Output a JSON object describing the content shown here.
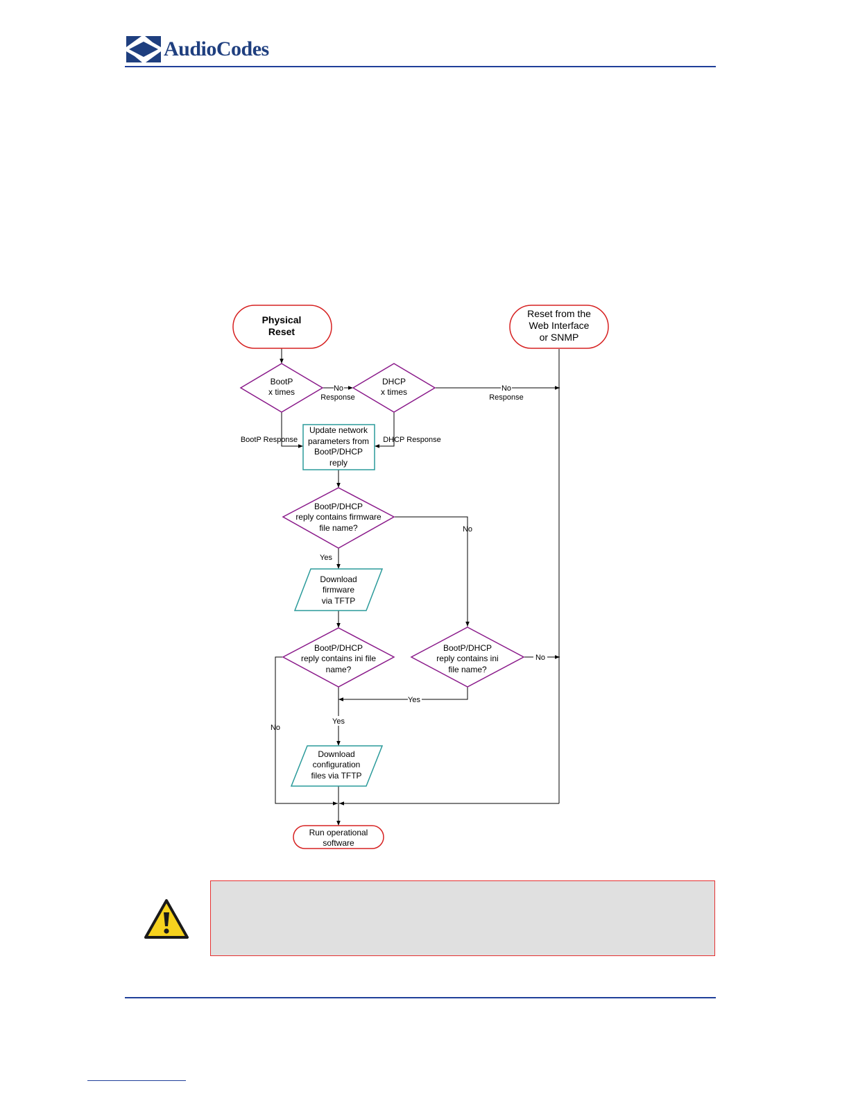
{
  "header": {
    "brand": "AudioCodes"
  },
  "colors": {
    "brand": "#1f3f7f",
    "terminal_border": "#d62020",
    "decision_border": "#8a1a8a",
    "process_border": "#2a9a9a",
    "note_background": "#e0e0e0",
    "note_border": "#e53030",
    "warning_fill": "#f6d21e"
  },
  "flowchart": {
    "physical_reset": [
      "Physical",
      "Reset"
    ],
    "reset_web": [
      "Reset from the",
      "Web Interface",
      "or SNMP"
    ],
    "bootp": [
      "BootP",
      "x times"
    ],
    "dhcp": [
      "DHCP",
      "x times"
    ],
    "update_network": [
      "Update network",
      "parameters from",
      "BootP/DHCP",
      "reply"
    ],
    "firmware_decision": [
      "BootP/DHCP",
      "reply contains firmware",
      "file name?"
    ],
    "download_firmware": [
      "Download",
      "firmware",
      "via TFTP"
    ],
    "ini_decision_left": [
      "BootP/DHCP",
      "reply contains ini file",
      "name?"
    ],
    "ini_decision_right": [
      "BootP/DHCP",
      "reply contains ini",
      "file name?"
    ],
    "download_config": [
      "Download",
      "configuration",
      "files via TFTP"
    ],
    "run_software": [
      "Run operational",
      "software"
    ],
    "labels": {
      "no": "No",
      "yes": "Yes",
      "response": "Response",
      "bootp_response": "BootP Response",
      "dhcp_response": "DHCP Response"
    }
  },
  "note": {
    "icon": "warning-icon",
    "text": ""
  }
}
